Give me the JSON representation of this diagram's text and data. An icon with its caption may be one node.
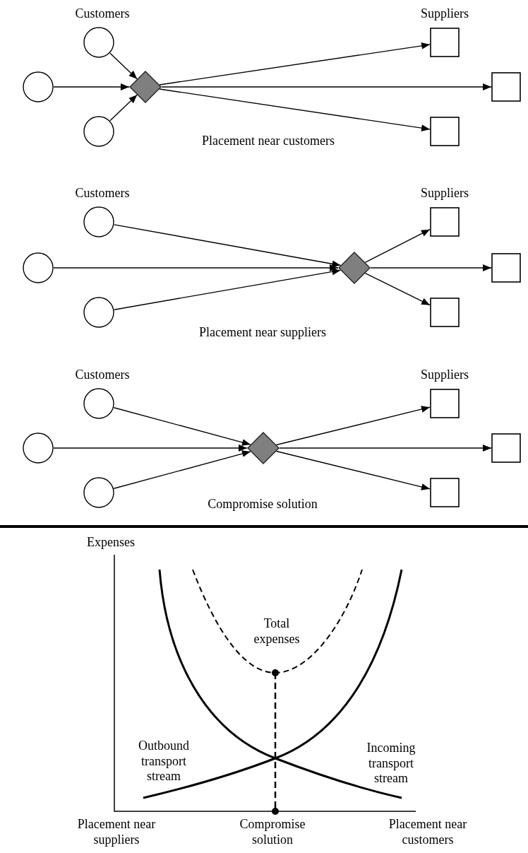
{
  "diagram": {
    "nodes": [
      {
        "text": [],
        "shape": "circle"
      },
      {
        "text": [],
        "shape": "circle"
      },
      {
        "text": [],
        "shape": "circle"
      },
      {
        "text": [],
        "shape": "diamond"
      },
      {
        "text": [],
        "shape": "box"
      },
      {
        "text": [],
        "shape": "box"
      },
      {
        "text": [],
        "shape": "box"
      },
      {
        "text": [],
        "shape": "circle"
      },
      {
        "text": [],
        "shape": "circle"
      },
      {
        "text": [],
        "shape": "circle"
      },
      {
        "text": [],
        "shape": "diamond"
      },
      {
        "text": [],
        "shape": "box"
      },
      {
        "text": [],
        "shape": "box"
      },
      {
        "text": [],
        "shape": "box"
      },
      {
        "text": [],
        "shape": "circle"
      },
      {
        "text": [],
        "shape": "circle"
      },
      {
        "text": [],
        "shape": "circle"
      },
      {
        "text": [],
        "shape": "diamond"
      },
      {
        "text": [],
        "shape": "box"
      },
      {
        "text": [],
        "shape": "box"
      },
      {
        "text": [],
        "shape": "box"
      }
    ],
    "edges": [
      {
        "from": 0,
        "to": 3,
        "arrow": "to"
      },
      {
        "from": 1,
        "to": 3,
        "arrow": "to"
      },
      {
        "from": 2,
        "to": 3,
        "arrow": "to"
      },
      {
        "from": 3,
        "to": 4,
        "arrow": "to"
      },
      {
        "from": 3,
        "to": 5,
        "arrow": "to"
      },
      {
        "from": 3,
        "to": 6,
        "arrow": "to"
      },
      {
        "from": 7,
        "to": 10,
        "arrow": "to"
      },
      {
        "from": 8,
        "to": 10,
        "arrow": "to"
      },
      {
        "from": 9,
        "to": 10,
        "arrow": "to"
      },
      {
        "from": 10,
        "to": 11,
        "arrow": "to"
      },
      {
        "from": 10,
        "to": 12,
        "arrow": "to"
      },
      {
        "from": 10,
        "to": 13,
        "arrow": "to"
      },
      {
        "from": 14,
        "to": 17,
        "arrow": "to"
      },
      {
        "from": 15,
        "to": 17,
        "arrow": "to"
      },
      {
        "from": 16,
        "to": 17,
        "arrow": "to"
      },
      {
        "from": 17,
        "to": 18,
        "arrow": "to"
      },
      {
        "from": 17,
        "to": 19,
        "arrow": "to"
      },
      {
        "from": 17,
        "to": 20,
        "arrow": "to"
      }
    ],
    "labels": [
      "Customers",
      "Suppliers",
      "Placement near customers",
      "Customers",
      "Suppliers",
      "Placement near suppliers",
      "Customers",
      "Suppliers",
      "Compromise solution",
      "Expenses",
      "Total expenses",
      "Outbound transport stream",
      "Incoming transport stream",
      "Placement near suppliers",
      "Compromise solution",
      "Placement near customers"
    ]
  }
}
